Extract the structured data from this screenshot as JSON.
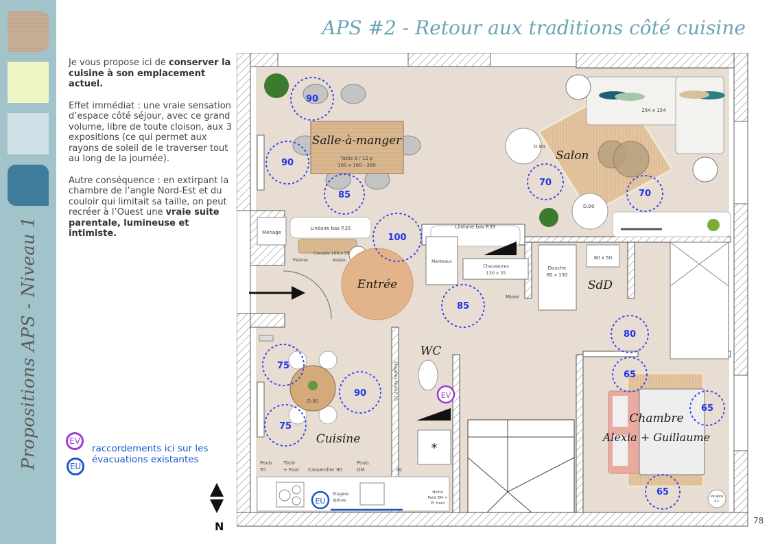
{
  "sidebar": {
    "section_title": "Propositions APS - Niveau 1",
    "swatches": [
      {
        "name": "wood",
        "color": "#c4ab93"
      },
      {
        "name": "pale-yellow",
        "color": "#eff7c6"
      },
      {
        "name": "light-blue",
        "color": "#d0e2e7"
      },
      {
        "name": "petrol-blue",
        "color": "#3d7d9b"
      }
    ]
  },
  "header": {
    "title": "APS #2 - Retour aux traditions côté cuisine"
  },
  "intro": {
    "p1_plain": "Je vous propose ici de ",
    "p1_bold": "conserver la cuisine à son emplacement actuel.",
    "p2": "Effet immédiat : une vraie sensation d’espace côté séjour, avec ce grand volume, libre de toute cloison, aux 3 expositions (ce qui permet aux rayons de soleil de le traverser tout au long de la journée).",
    "p3_plain": "Autre conséquence : en extirpant la chambre de l’angle Nord-Est et du couloir qui limitait sa taille, on peut recréer à l’Ouest une ",
    "p3_bold": "vraie suite parentale, lumineuse et intimiste."
  },
  "legend": {
    "ev_badge": "EV",
    "eu_badge": "EU",
    "text": "raccordements ici sur les évacuations existantes",
    "ev_color": "#9a3dd0",
    "eu_color": "#1b55c9"
  },
  "compass": {
    "label": "N"
  },
  "page_number": "78",
  "plan": {
    "rooms": {
      "dining": "Salle-à-manger",
      "living": "Salon",
      "entry": "Entrée",
      "bathroom": "SdD",
      "wc": "WC",
      "kitchen": "Cuisine",
      "bedroom_line1": "Chambre",
      "bedroom_line2": "Alexia + Guillaume"
    },
    "annotations": {
      "table_line1": "Table 6 / 12 p",
      "table_line2": "100 x 180 - 260",
      "sofa": "264 x 154",
      "armchair1": "D.80",
      "armchair2": "D.80",
      "menage": "Ménage",
      "lineaire1": "Linéaire bas P.35",
      "lineaire2": "Linéaire bas P.35",
      "console": "Console 100 x 35",
      "pateres": "Patères",
      "assise": "Assise",
      "manteaux": "Manteaux",
      "chaussures_line1": "Chaussures",
      "chaussures_line2": "130 x 35",
      "douche_line1": "Douche",
      "douche_line2": "80 x 130",
      "vasque": "80 x 50",
      "miroir": "Miroir",
      "kitchen_table": "D.90",
      "etageres": "Etagères fines P.20",
      "poub_tri_1": "Poub.",
      "poub_tri_2": "Tri",
      "tiroir_1": "Tiroir",
      "tiroir_2": "+ Four",
      "casserolier": "Casserolier 90",
      "poub_om_1": "Poub.",
      "poub_om_2": "OM",
      "lv": "LV",
      "etagere_epices_1": "Etagère",
      "etagere_epices_2": "épices",
      "niche_1": "Niche",
      "niche_2": "Petit EM +",
      "niche_3": "Pl. haut",
      "paniere_1": "Panière",
      "paniere_2": "à L"
    },
    "clearances": [
      {
        "id": "dining-top",
        "value": "90"
      },
      {
        "id": "dining-left",
        "value": "90"
      },
      {
        "id": "dining-bottom",
        "value": "85"
      },
      {
        "id": "living-left",
        "value": "70"
      },
      {
        "id": "living-right",
        "value": "70"
      },
      {
        "id": "entry",
        "value": "100"
      },
      {
        "id": "hall",
        "value": "85"
      },
      {
        "id": "corridor",
        "value": "80"
      },
      {
        "id": "bedroom-door",
        "value": "65"
      },
      {
        "id": "bedroom-right",
        "value": "65"
      },
      {
        "id": "bedroom-bottom",
        "value": "65"
      },
      {
        "id": "kitchen-tl",
        "value": "75"
      },
      {
        "id": "kitchen-bl",
        "value": "75"
      },
      {
        "id": "kitchen-right",
        "value": "90"
      }
    ],
    "markers": {
      "ev": "EV",
      "eu": "EU"
    }
  }
}
